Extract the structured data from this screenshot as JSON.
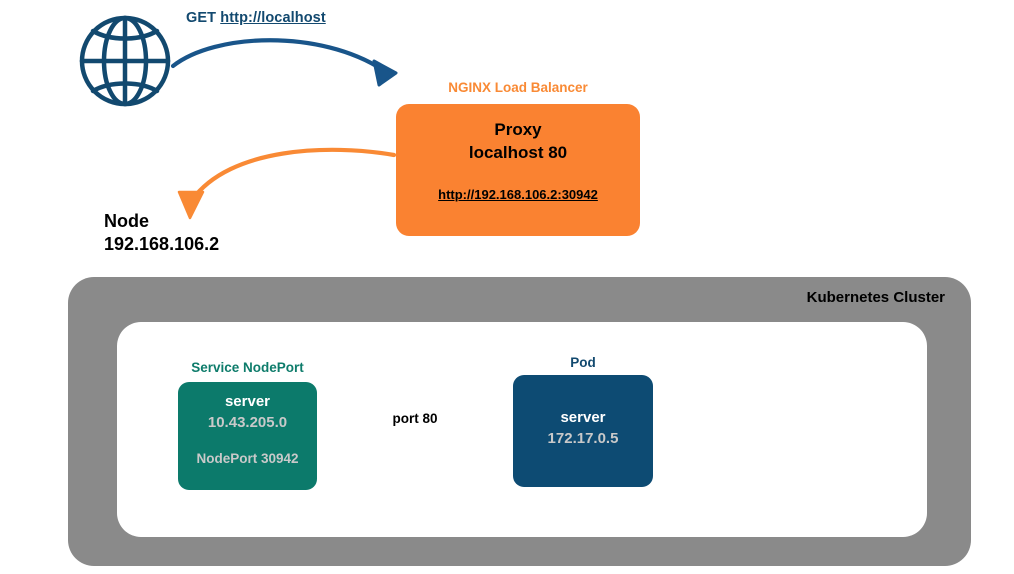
{
  "colors": {
    "navy": "#12496f",
    "orange": "#fa8231",
    "teal": "#0c7a6b",
    "pod_navy": "#0d4b73",
    "cluster_gray": "#8a8a8a",
    "white": "#ffffff",
    "value_gray": "#c9c9c9"
  },
  "client": {
    "icon": "globe-icon",
    "request_method": "GET",
    "request_url": "http://localhost"
  },
  "load_balancer": {
    "label": "NGINX Load Balancer",
    "title": "Proxy",
    "binding": "localhost 80",
    "upstream_url": "http://192.168.106.2:30942"
  },
  "node": {
    "label": "Node",
    "ip": "192.168.106.2"
  },
  "cluster": {
    "title": "Kubernetes Cluster",
    "service": {
      "label": "Service NodePort",
      "name": "server",
      "ip": "10.43.205.0",
      "nodeport": "NodePort 30942"
    },
    "pod": {
      "label": "Pod",
      "name": "server",
      "ip": "172.17.0.5"
    },
    "connection": {
      "label": "port 80"
    }
  }
}
